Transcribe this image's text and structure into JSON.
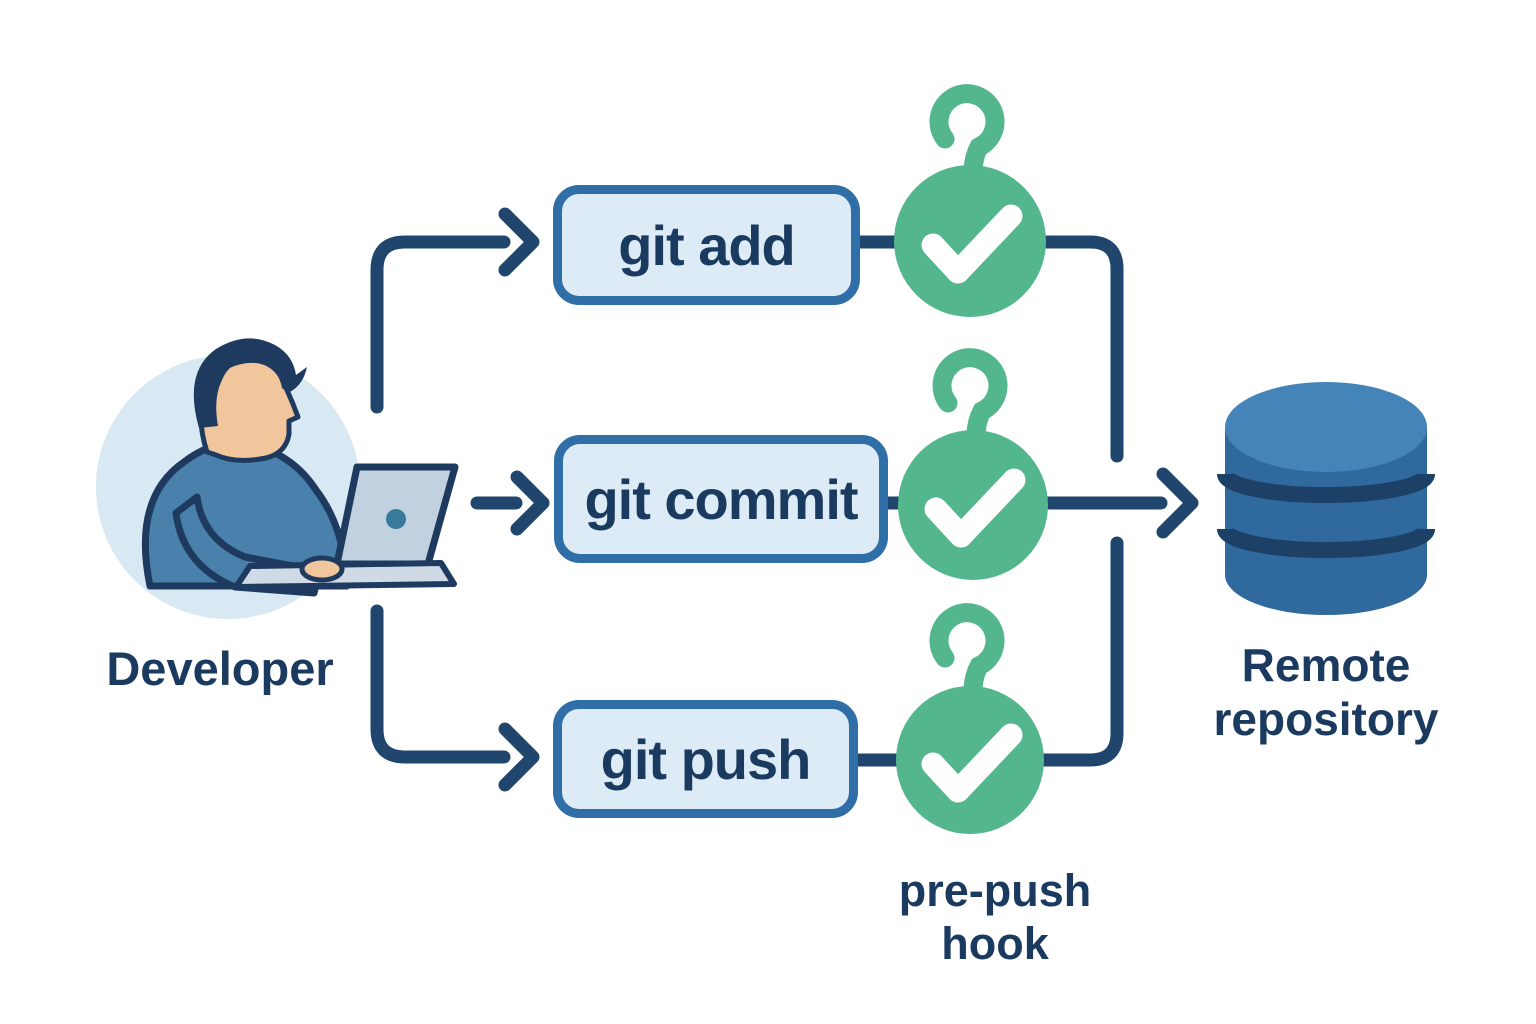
{
  "diagram": {
    "developer": {
      "label": "Developer"
    },
    "commands": [
      {
        "id": "git_add",
        "label": "git add"
      },
      {
        "id": "git_commit",
        "label": "git commit"
      },
      {
        "id": "git_push",
        "label": "git push"
      }
    ],
    "remote": {
      "label": "Remote repository"
    },
    "hook_label": {
      "label": "pre-push hook"
    },
    "edges": [
      {
        "from": "Developer",
        "to": "git add"
      },
      {
        "from": "Developer",
        "to": "git commit"
      },
      {
        "from": "Developer",
        "to": "git push"
      },
      {
        "from": "git add",
        "through": "hook-check",
        "to": "Remote repository"
      },
      {
        "from": "git commit",
        "through": "hook-check",
        "to": "Remote repository"
      },
      {
        "from": "git push",
        "through": "pre-push hook check",
        "to": "Remote repository"
      }
    ],
    "icons": [
      "developer-at-laptop-icon",
      "hook-check-icon-git-add",
      "hook-check-icon-git-commit",
      "hook-check-icon-git-push",
      "database-icon"
    ]
  },
  "colors": {
    "navy": "#1b3a5f",
    "line": "#21466e",
    "box-border": "#2f6ea7",
    "box-fill": "#dcebf5",
    "green": "#53b68c",
    "check": "#ffffff",
    "dev-bg": "#d8e9f3",
    "sweater": "#4a81ac",
    "skin": "#f2c69d",
    "hair": "#1e3a5f",
    "laptop-lid": "#c2d1e0",
    "laptop-base": "#cfdae6",
    "laptop-dot": "#39799c",
    "repo-top": "#4584b8",
    "repo-body": "#30699e",
    "repo-groove": "#1d4166"
  }
}
